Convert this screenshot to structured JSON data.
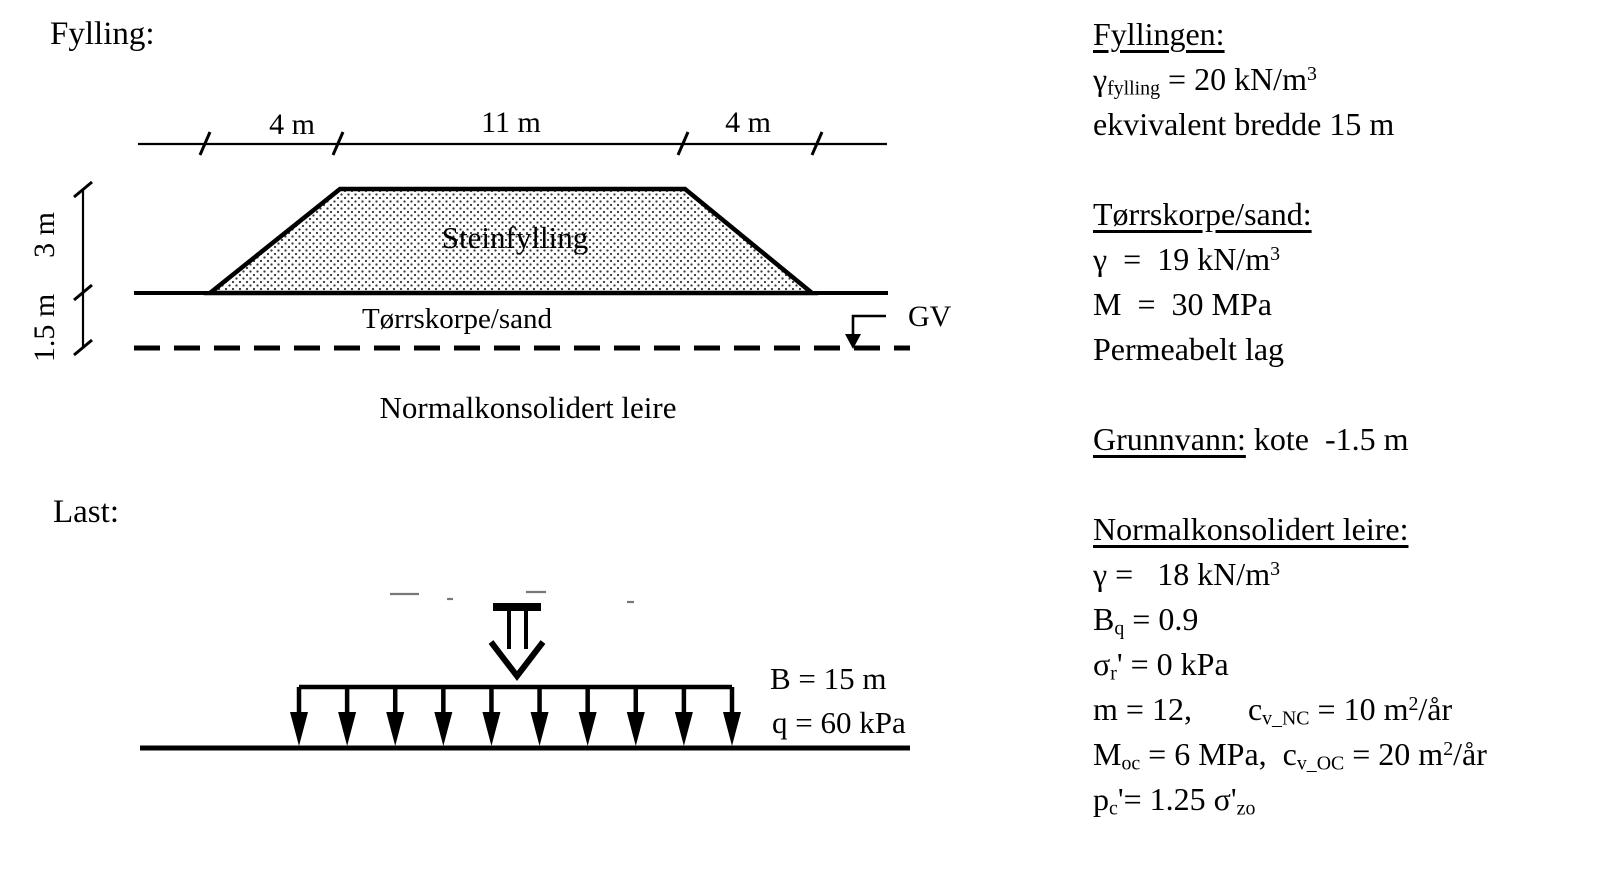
{
  "page": {
    "background_color": "#ffffff",
    "ink_color": "#000000",
    "stipple_dot_color": "#3a3a3a"
  },
  "embankment_diagram": {
    "title": "Fylling:",
    "top_dimensions": {
      "left": "4 m",
      "middle": "11 m",
      "right": "4 m"
    },
    "left_dimensions": {
      "upper": "3 m",
      "lower": "1.5 m"
    },
    "fill_label": "Steinfylling",
    "crust_label": "Tørrskorpe/sand",
    "groundwater_label": "GV",
    "clay_label": "Normalkonsolidert leire"
  },
  "load_diagram": {
    "title": "Last:",
    "width_label": "B = 15 m",
    "pressure_label": "q = 60 kPa",
    "arrow_count": 10
  },
  "properties_column": {
    "sections": [
      {
        "name": "fyllingen",
        "lines": [
          [
            {
              "t": "Fyllingen:",
              "f": "u"
            }
          ],
          [
            {
              "t": "γ"
            },
            {
              "t": "fylling",
              "f": "sub"
            },
            {
              "t": " = 20 kN/m"
            },
            {
              "t": "3",
              "f": "sup"
            }
          ],
          [
            {
              "t": "ekvivalent bredde 15 m"
            }
          ]
        ]
      },
      {
        "name": "torrskorpe-sand",
        "lines": [
          [
            {
              "t": "Tørrskorpe/sand:",
              "f": "u"
            }
          ],
          [
            {
              "t": "γ  =  19 kN/m"
            },
            {
              "t": "3",
              "f": "sup"
            }
          ],
          [
            {
              "t": "M  =  30 MPa"
            }
          ],
          [
            {
              "t": "Permeabelt lag"
            }
          ]
        ]
      },
      {
        "name": "grunnvann",
        "lines": [
          [
            {
              "t": "Grunnvann:",
              "f": "u"
            },
            {
              "t": " kote  -1.5 m"
            }
          ]
        ]
      },
      {
        "name": "normalkonsolidert-leire",
        "lines": [
          [
            {
              "t": "Normalkonsolidert leire:",
              "f": "u"
            }
          ],
          [
            {
              "t": "γ =   18 kN/m"
            },
            {
              "t": "3",
              "f": "sup"
            }
          ],
          [
            {
              "t": "B"
            },
            {
              "t": "q",
              "f": "sub"
            },
            {
              "t": " = 0.9"
            }
          ],
          [
            {
              "t": "σ"
            },
            {
              "t": "r",
              "f": "sub"
            },
            {
              "t": "' = 0 kPa"
            }
          ],
          [
            {
              "t": "m = 12,       "
            },
            {
              "t": "c"
            },
            {
              "t": "v_NC",
              "f": "sub"
            },
            {
              "t": " = 10 m"
            },
            {
              "t": "2",
              "f": "sup"
            },
            {
              "t": "/år"
            }
          ],
          [
            {
              "t": "M"
            },
            {
              "t": "oc",
              "f": "sub"
            },
            {
              "t": " = 6 MPa,  "
            },
            {
              "t": "c"
            },
            {
              "t": "v_OC",
              "f": "sub"
            },
            {
              "t": " = 20 m"
            },
            {
              "t": "2",
              "f": "sup"
            },
            {
              "t": "/år"
            }
          ],
          [
            {
              "t": "p"
            },
            {
              "t": "c",
              "f": "sub"
            },
            {
              "t": "'= 1.25 σ'"
            },
            {
              "t": "zo",
              "f": "sub"
            }
          ]
        ]
      }
    ]
  }
}
